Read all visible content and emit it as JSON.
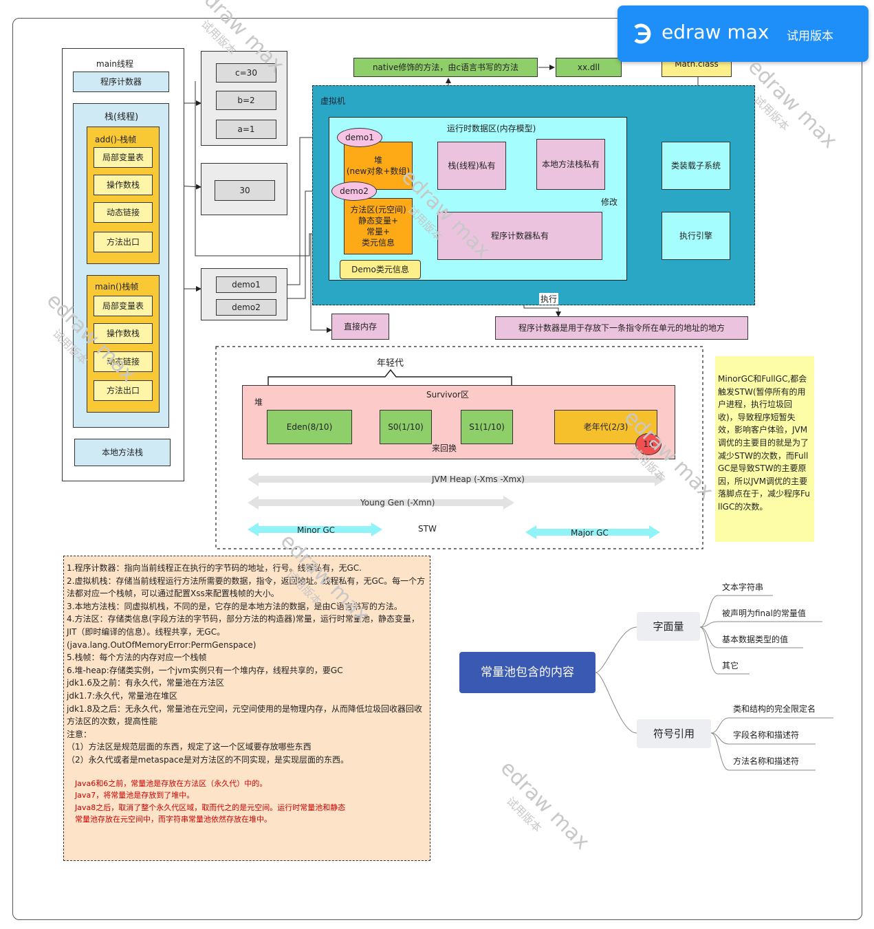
{
  "brand": {
    "logo_text": "edraw max",
    "trial_label": "试用版本",
    "color": "#1e90ff"
  },
  "watermark": {
    "text": "edraw max",
    "sub": "试用版本"
  },
  "thread": {
    "title": "main线程",
    "pc": "程序计数器",
    "stack_title": "栈(线程)",
    "add_frame": "add()-栈帧",
    "main_frame": "main()栈帧",
    "local_vars": "局部变量表",
    "operand_stack": "操作数栈",
    "dynamic_link": "动态链接",
    "method_exit": "方法出口",
    "native_stack": "本地方法栈"
  },
  "locals_add": [
    "c=30",
    "b=2",
    "a=1"
  ],
  "operand_value": "30",
  "locals_main": [
    "demo1",
    "demo2"
  ],
  "native_method": "native修饰的方法，由c语言书写的方法",
  "dll": "xx.dll",
  "math_class": "Math.class",
  "jvm": {
    "title": "虚拟机",
    "runtime_area": "运行时数据区(内存模型)",
    "demo1": "demo1",
    "demo2": "demo2",
    "heap": "堆\n(new对象+数组)",
    "method_area": "方法区(元空间)\n静态变量+\n常量+\n类元信息",
    "demo_class": "Demo类元信息",
    "stack_private": "栈(线程)私有",
    "native_private": "本地方法栈私有",
    "pc_private": "程序计数器私有",
    "class_loader": "类装载子系统",
    "exec_engine": "执行引擎",
    "modify": "修改",
    "execute": "执行"
  },
  "direct_memory": "直接内存",
  "pc_desc": "程序计数器是用于存放下一条指令所在单元的地址的地方",
  "heap": {
    "young_label": "年轻代",
    "heap_label": "堆",
    "survivor_label": "Survivor区",
    "eden": "Eden(8/10)",
    "s0": "S0(1/10)",
    "s1": "S1(1/10)",
    "old": "老年代(2/3)",
    "age": "15",
    "swap": "来回换",
    "jvm_heap": "JVM Heap   (-Xms -Xmx)",
    "young_gen": "Young Gen (-Xmn)",
    "minor_gc": "Minor GC",
    "stw": "STW",
    "major_gc": "Major GC"
  },
  "gc_note": "MinorGC和FullGC,都会触发STW(暂停所有的用户进程，执行垃圾回收)，导致程序短暂失效，影响客户体验，JVM调优的主要目的就是为了减少STW的次数，而FullGC是导致STW的主要原因，所以JVM调优的主要落脚点在于，减少程序FullGC的次数。",
  "notes": [
    "1.程序计数器：指向当前线程正在执行的字节码的地址，行号。线程私有，无GC.",
    "2.虚拟机栈：存储当前线程运行方法所需要的数据，指令，返回地址。线程私有，无GC。每一个方法都对应一个栈帧，可以通过配置Xss来配置栈帧的大小。",
    "3.本地方法栈：同虚拟机栈，不同的是，它存的是本地方法的数据，是由C语言书写的方法。",
    "4.方法区：存储类信息(字段方法的字节码，部分方法的构造器)常量，运行时常量池，静态变量，JIT（即时编译的信息）。线程共享，无GC。",
    "(java.lang.OutOfMemoryError:PermGenspace)",
    "5.栈帧：每个方法的内存对应一个栈帧",
    "6.堆-heap:存储类实例，一个jvm实例只有一个堆内存，线程共享的，要GC",
    "jdk1.6及之前：有永久代，常量池在方法区",
    "jdk1.7:永久代，常量池在堆区",
    "jdk1.8及之后：无永久代，常量池在元空间，元空间使用的是物理内存，从而降低垃圾回收器回收方法区的次数，提高性能",
    "注意：",
    "（1）方法区是规范层面的东西，规定了这一个区域要存放哪些东西",
    "（2）永久代或者是metaspace是对方法区的不同实现，是实现层面的东西。"
  ],
  "red_notes": [
    "Java6和6之前，常量池是存放在方法区（永久代）中的。",
    "Java7，将常量池是存放到了堆中。",
    "Java8之后，取消了整个永久代区域，取而代之的是元空间。运行时常量池和静态",
    "常量池存放在元空间中，而字符串常量池依然存放在堆中。"
  ],
  "mindmap": {
    "root": "常量池包含的内容",
    "branches": [
      {
        "label": "字面量",
        "leaves": [
          "文本字符串",
          "被声明为final的常量值",
          "基本数据类型的值",
          "其它"
        ]
      },
      {
        "label": "符号引用",
        "leaves": [
          "类和结构的完全限定名",
          "字段名称和描述符",
          "方法名称和描述符"
        ]
      }
    ]
  }
}
